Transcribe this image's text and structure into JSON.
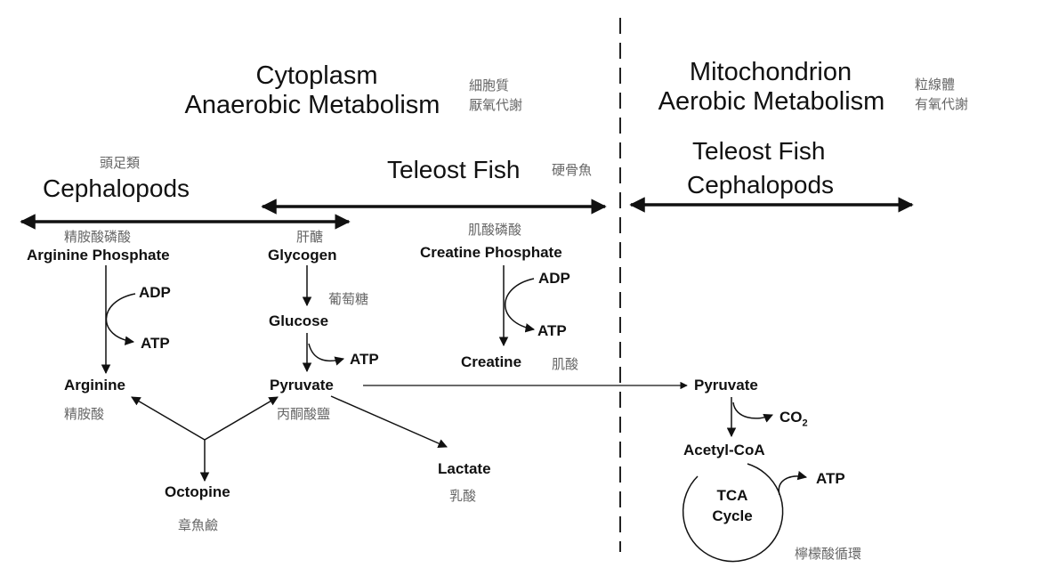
{
  "headers": {
    "cytoplasm_line1": "Cytoplasm",
    "cytoplasm_line2": "Anaerobic Metabolism",
    "cytoplasm_zh_line1": "細胞質",
    "cytoplasm_zh_line2": "厭氧代謝",
    "mito_line1": "Mitochondrion",
    "mito_line2": "Aerobic Metabolism",
    "mito_zh_line1": "粒線體",
    "mito_zh_line2": "有氧代謝"
  },
  "groups": {
    "cephalopods_zh": "頭足類",
    "cephalopods": "Cephalopods",
    "teleost": "Teleost Fish",
    "teleost_zh": "硬骨魚",
    "mito_teleost": "Teleost Fish",
    "mito_cephalopods": "Cephalopods"
  },
  "nodes": {
    "arginine_phosphate_zh": "精胺酸磷酸",
    "arginine_phosphate": "Arginine Phosphate",
    "adp1": "ADP",
    "atp1": "ATP",
    "arginine": "Arginine",
    "arginine_zh": "精胺酸",
    "octopine": "Octopine",
    "octopine_zh": "章魚鹼",
    "glycogen_zh": "肝醣",
    "glycogen": "Glycogen",
    "glucose_zh": "葡萄糖",
    "glucose": "Glucose",
    "atp2": "ATP",
    "pyruvate": "Pyruvate",
    "pyruvate_zh": "丙酮酸鹽",
    "lactate": "Lactate",
    "lactate_zh": "乳酸",
    "creatine_phosphate_zh": "肌酸磷酸",
    "creatine_phosphate": "Creatine Phosphate",
    "adp3": "ADP",
    "atp3": "ATP",
    "creatine": "Creatine",
    "creatine_zh": "肌酸",
    "mito_pyruvate": "Pyruvate",
    "co2": "CO",
    "co2_sub": "2",
    "acetyl_coa": "Acetyl-CoA",
    "atp4": "ATP",
    "tca_line1": "TCA",
    "tca_line2": "Cycle",
    "tca_zh": "檸檬酸循環"
  }
}
